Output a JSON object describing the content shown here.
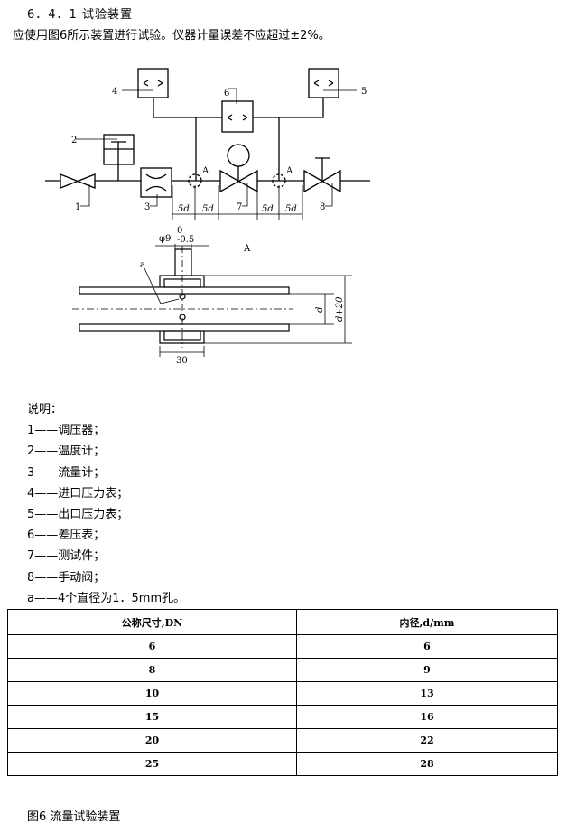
{
  "heading": "6．4．1 试验装置",
  "intro": "应使用图6所示装置进行试验。仪器计量误差不应超过±2%。",
  "diagram1": {
    "labels": [
      "1",
      "2",
      "3",
      "4",
      "5",
      "6",
      "7",
      "8"
    ],
    "section_mark": "A",
    "dim": "5d"
  },
  "diagram2": {
    "title": "A",
    "hole_label": "a",
    "stem_dim": "φ9",
    "stem_tol_upper": "0",
    "stem_tol_lower": "-0.5",
    "d": "d",
    "d20": "d+20",
    "width": "30"
  },
  "legend": {
    "title": "说明：",
    "items": [
      "1——调压器；",
      "2——温度计；",
      "3——流量计；",
      "4——进口压力表；",
      "5——出口压力表；",
      "6——差压表；",
      "7——测试件；",
      "8——手动阀；",
      "a——4个直径为1．5mm孔。"
    ]
  },
  "table": {
    "headers": [
      "公称尺寸,DN",
      "内径,d/mm"
    ],
    "rows": [
      [
        "6",
        "6"
      ],
      [
        "8",
        "9"
      ],
      [
        "10",
        "13"
      ],
      [
        "15",
        "16"
      ],
      [
        "20",
        "22"
      ],
      [
        "25",
        "28"
      ]
    ]
  },
  "caption": "图6 流量试验装置"
}
